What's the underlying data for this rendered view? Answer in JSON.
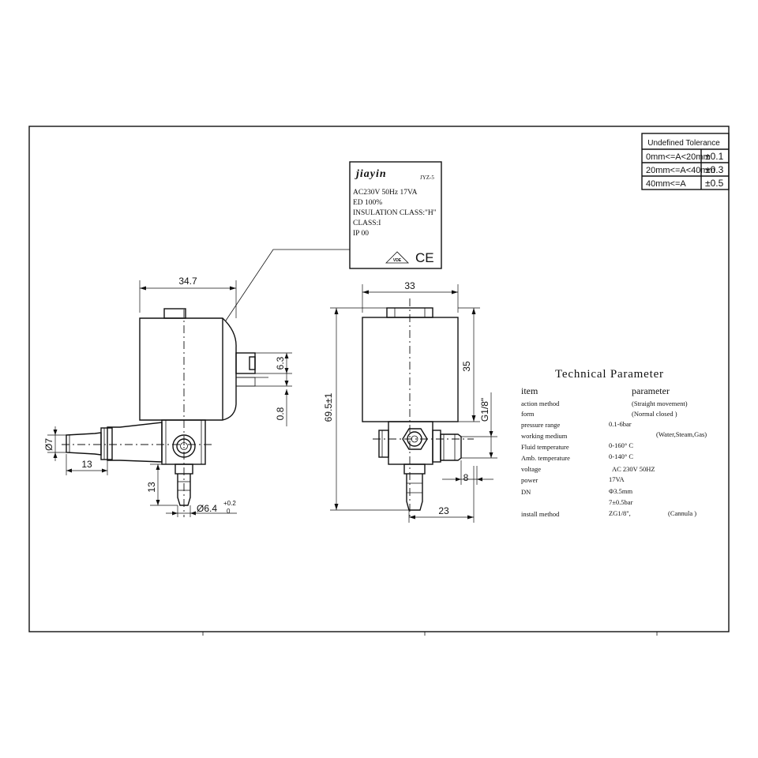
{
  "tolerance_table": {
    "title": "Undefined Tolerance",
    "rows": [
      {
        "range": "0mm<=A<20mm",
        "tol": "±0.1"
      },
      {
        "range": "20mm<=A<40mm",
        "tol": "±0.3"
      },
      {
        "range": "40mm<=A",
        "tol": "±0.5"
      }
    ]
  },
  "label_plate": {
    "brand": "jiayin",
    "model": "JYZ-5",
    "lines": [
      "AC230V 50Hz 17VA",
      "ED 100%",
      "INSULATION CLASS:\"H\"",
      "CLASS:I",
      "IP 00"
    ],
    "vde_mark": "VDE",
    "ce_mark": "CE"
  },
  "dimensions": {
    "left_width": "34.7",
    "left_tab": "6.3",
    "left_gap": "0.8",
    "left_inlet_dia": "Ø7",
    "left_inlet_len": "13",
    "left_outlet_len": "13",
    "left_outlet_dia": "Ø6.4",
    "left_outlet_tol_plus": "+0.2",
    "left_outlet_tol_minus": "0",
    "right_width": "33",
    "right_height": "69.5±1",
    "right_coil_h": "35",
    "right_thread": "G1/8\"",
    "right_thread_len": "8",
    "right_body": "23"
  },
  "tech_params": {
    "title": "Technical Parameter",
    "col_item": "item",
    "col_param": "parameter",
    "rows": [
      {
        "item": "action method",
        "param": "(Straight movement)"
      },
      {
        "item": "form",
        "param": "(Normal closed )"
      },
      {
        "item": "pressure range",
        "param": "0.1-6bar"
      },
      {
        "item": "working medium",
        "param": "(Water,Steam,Gas)"
      },
      {
        "item": "Fluid temperature",
        "param": "0-160° C"
      },
      {
        "item": "Amb. temperature",
        "param": "0-140° C"
      },
      {
        "item": "voltage",
        "param": "AC 230V 50HZ"
      },
      {
        "item": "power",
        "param": "17VA"
      },
      {
        "item": "DN",
        "param": "Φ3.5mm"
      },
      {
        "item": "",
        "param": "7±0.5bar"
      },
      {
        "item": "install method",
        "param": "ZG1/8\",",
        "param2": "(Cannula )"
      }
    ]
  }
}
